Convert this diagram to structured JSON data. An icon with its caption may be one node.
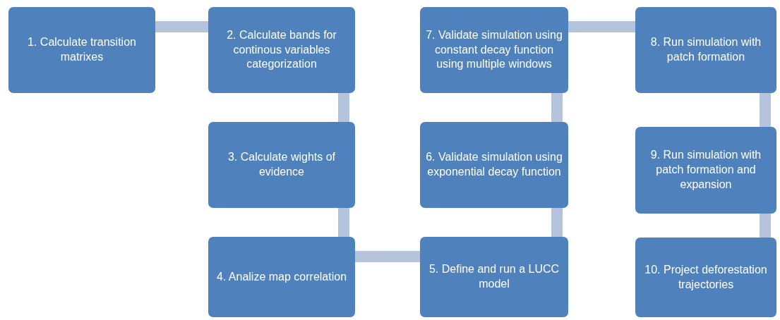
{
  "diagram": {
    "nodes": [
      {
        "text": [
          "1. Calculate transition matrixes"
        ]
      },
      {
        "text": [
          "2. Calculate bands for continous variables categorization"
        ]
      },
      {
        "text": [
          "3. Calculate wights of evidence"
        ]
      },
      {
        "text": [
          "4. Analize map correlation"
        ]
      },
      {
        "text": [
          "5. Define and run a LUCC model"
        ]
      },
      {
        "text": [
          "6. Validate simulation using exponential decay function"
        ]
      },
      {
        "text": [
          "7. Validate simulation using constant decay function using multiple windows"
        ]
      },
      {
        "text": [
          "8. Run simulation with patch formation"
        ]
      },
      {
        "text": [
          "9. Run simulation with patch formation and expansion"
        ]
      },
      {
        "text": [
          "10. Project deforestation trajectories"
        ]
      }
    ],
    "edges": [
      {
        "from": 0,
        "to": 1,
        "arrow": "none"
      },
      {
        "from": 1,
        "to": 2,
        "arrow": "none"
      },
      {
        "from": 2,
        "to": 3,
        "arrow": "none"
      },
      {
        "from": 3,
        "to": 4,
        "arrow": "none"
      },
      {
        "from": 4,
        "to": 5,
        "arrow": "none"
      },
      {
        "from": 5,
        "to": 6,
        "arrow": "none"
      },
      {
        "from": 6,
        "to": 7,
        "arrow": "none"
      },
      {
        "from": 7,
        "to": 8,
        "arrow": "none"
      },
      {
        "from": 8,
        "to": 9,
        "arrow": "none"
      }
    ]
  }
}
